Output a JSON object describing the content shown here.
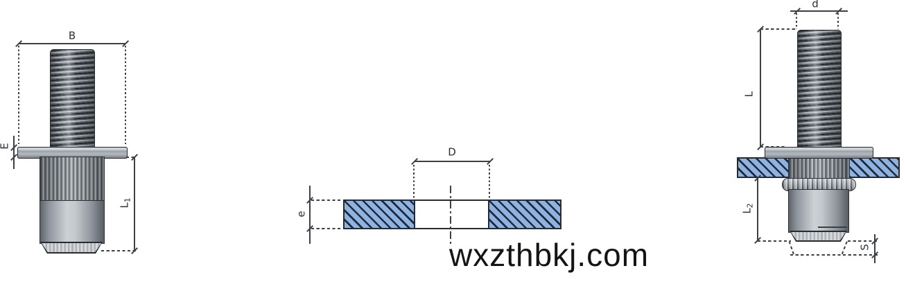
{
  "labels": {
    "B": {
      "main": "B",
      "sub": ""
    },
    "E": {
      "main": "E",
      "sub": ""
    },
    "L1": {
      "main": "L",
      "sub": "1"
    },
    "D": {
      "main": "D",
      "sub": ""
    },
    "e": {
      "main": "e",
      "sub": ""
    },
    "d": {
      "main": "d",
      "sub": ""
    },
    "L": {
      "main": "L",
      "sub": ""
    },
    "L2": {
      "main": "L",
      "sub": "2"
    },
    "S": {
      "main": "S",
      "sub": ""
    }
  },
  "watermark": {
    "text": "wxzthbkj.com"
  },
  "colors": {
    "plate_fill": "#8fb3e0",
    "hatch_line": "#20293a",
    "outline": "#272b30",
    "dim_line": "#3a4046",
    "label_text": "#2b3036",
    "watermark_ink": "#141414"
  }
}
